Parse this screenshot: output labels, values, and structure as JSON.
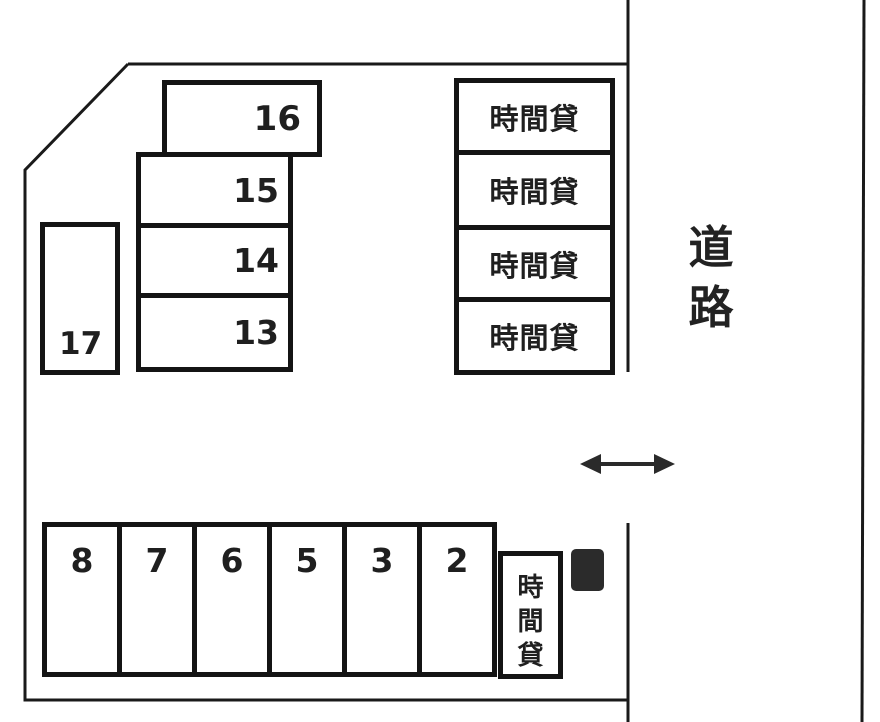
{
  "labels": {
    "road": "道路",
    "road_chars": [
      "道",
      "路"
    ],
    "hourly": "時間貸",
    "hourly_chars": [
      "時",
      "間",
      "貸"
    ]
  },
  "spaces": {
    "upper": [
      "16",
      "15",
      "14",
      "13"
    ],
    "left_column": "17",
    "bottom": [
      "8",
      "7",
      "6",
      "5",
      "3",
      "2"
    ],
    "hourly_top_count": 4,
    "hourly_bottom_count": 1
  },
  "colors": {
    "background": "#ffffff",
    "boundary_line": "#1a1a1a",
    "space_border": "#141414",
    "text": "#1f1f1f",
    "marker_square": "#2b2b2b"
  }
}
